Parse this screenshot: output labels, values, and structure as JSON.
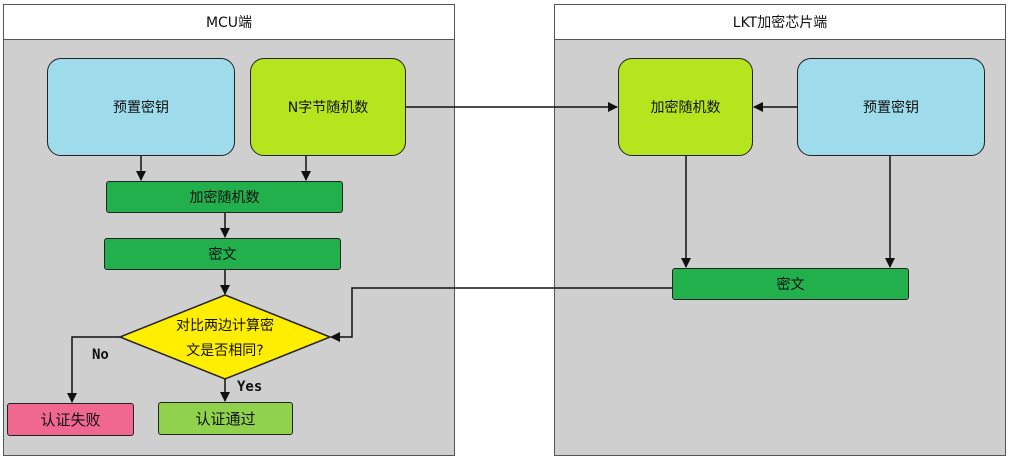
{
  "colors": {
    "panel_bg": "#cfcfcf",
    "key_box": "#9edcec",
    "random_box": "#b5e51d",
    "process_bar": "#22b04c",
    "decision": "#ffee00",
    "fail": "#f0688f",
    "success": "#90d14e"
  },
  "mcu": {
    "title": "MCU端",
    "preset_key": "预置密钥",
    "n_bytes_random": "N字节随机数",
    "encrypt_random": "加密随机数",
    "ciphertext": "密文",
    "decision_line1": "对比两边计算密",
    "decision_line2": "文是否相同?",
    "no_label": "No",
    "yes_label": "Yes",
    "auth_fail": "认证失败",
    "auth_pass": "认证通过"
  },
  "lkt": {
    "title": "LKT加密芯片端",
    "encrypt_random": "加密随机数",
    "preset_key": "预置密钥",
    "ciphertext": "密文"
  }
}
